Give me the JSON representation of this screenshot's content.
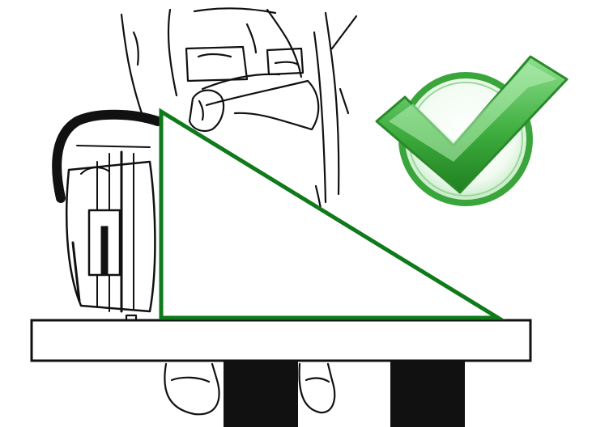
{
  "illustration": {
    "subject": "",
    "objects": [
      "worker",
      "chainsaw",
      "workbench",
      "right-angle-triangle",
      "checkmark-badge"
    ]
  },
  "colors": {
    "line_art": "#111111",
    "triangle_stroke": "#0f7a1a",
    "check_dark": "#2f9a2f",
    "check_light": "#7ed67e",
    "check_ring": "#3aa53a"
  },
  "icons": {
    "badge": "checkmark-icon"
  }
}
